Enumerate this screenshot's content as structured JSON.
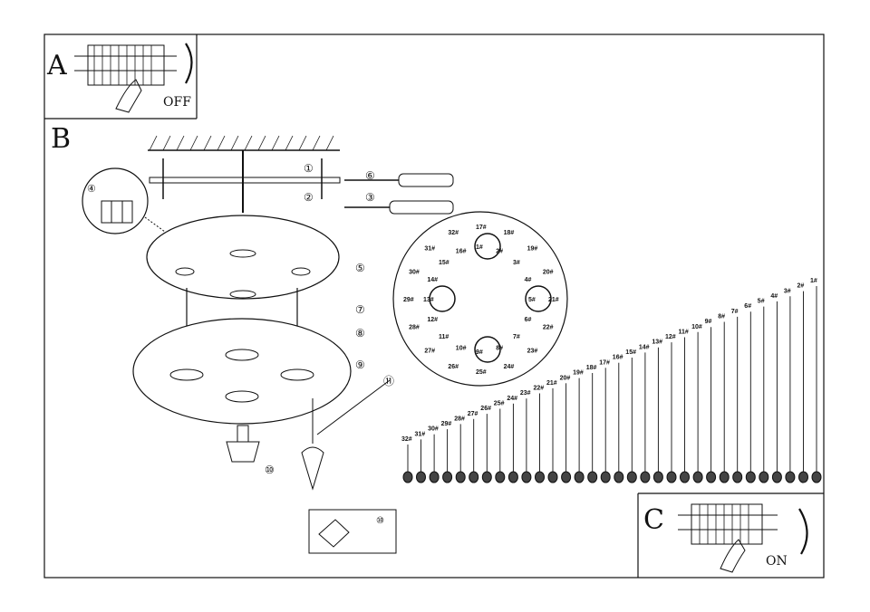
{
  "panels": {
    "a": {
      "letter": "A",
      "action": "OFF"
    },
    "b": {
      "letter": "B"
    },
    "c": {
      "letter": "C",
      "action": "ON"
    }
  },
  "steps": [
    "①",
    "②",
    "③",
    "④",
    "⑤",
    "⑥",
    "⑦",
    "⑧",
    "⑨",
    "⑩",
    "⑪"
  ],
  "plate": {
    "outer_labels": [
      "1#",
      "2#",
      "3#",
      "4#",
      "5#",
      "6#",
      "7#",
      "8#",
      "9#",
      "10#",
      "11#",
      "12#",
      "13#",
      "14#",
      "15#",
      "16#",
      "17#",
      "18#",
      "19#",
      "20#",
      "21#",
      "22#",
      "23#",
      "24#",
      "25#",
      "26#",
      "27#",
      "28#",
      "29#",
      "30#",
      "31#",
      "32#"
    ]
  },
  "strands": {
    "labels": [
      "32#",
      "31#",
      "30#",
      "29#",
      "28#",
      "27#",
      "26#",
      "25#",
      "24#",
      "23#",
      "22#",
      "21#",
      "20#",
      "19#",
      "18#",
      "17#",
      "16#",
      "15#",
      "14#",
      "13#",
      "12#",
      "11#",
      "10#",
      "9#",
      "8#",
      "7#",
      "6#",
      "5#",
      "4#",
      "3#",
      "2#",
      "1#"
    ]
  },
  "colors": {
    "ink": "#111111",
    "paper": "#ffffff"
  }
}
